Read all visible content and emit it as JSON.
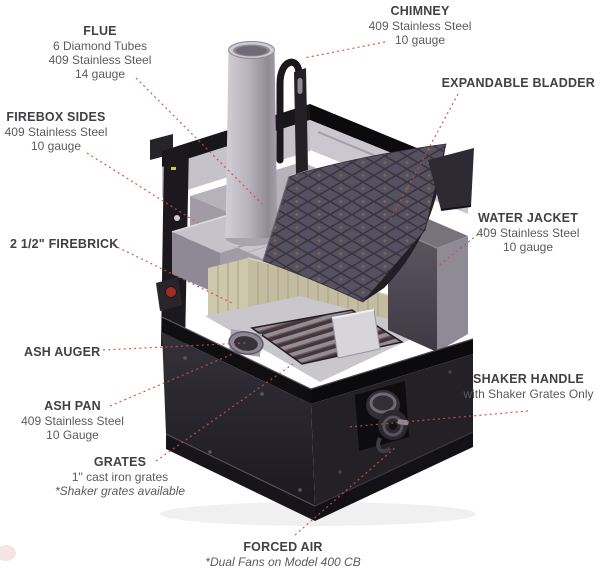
{
  "illustration": {
    "name": "wood-furnace-cutaway-diagram"
  },
  "colors": {
    "leader": "#c2524c",
    "title_text": "#414045",
    "body_text": "#5b5a5f",
    "frame_black": "#17161a",
    "steel_gray": "#a49fa8",
    "firebrick_tan": "#c3bca0",
    "bladder_dark": "#565160",
    "base_black": "#1c1a1e"
  },
  "labels": {
    "flue": {
      "title": "FLUE",
      "line1": "6 Diamond Tubes",
      "line2": "409 Stainless Steel",
      "line3": "14 gauge"
    },
    "chimney": {
      "title": "CHIMNEY",
      "line1": "409 Stainless Steel",
      "line2": "10 gauge"
    },
    "expandable_bladder": {
      "title": "EXPANDABLE BLADDER"
    },
    "firebox_sides": {
      "title": "FIREBOX SIDES",
      "line1": "409 Stainless Steel",
      "line2": "10 gauge"
    },
    "firebrick": {
      "title": "2 1/2\" FIREBRICK"
    },
    "water_jacket": {
      "title": "WATER JACKET",
      "line1": "409 Stainless Steel",
      "line2": "10 gauge"
    },
    "ash_auger": {
      "title": "ASH AUGER"
    },
    "ash_pan": {
      "title": "ASH PAN",
      "line1": "409 Stainless Steel",
      "line2": "10 Gauge"
    },
    "grates": {
      "title": "GRATES",
      "line1": "1\" cast iron grates",
      "line2": "*Shaker grates available"
    },
    "shaker_handle": {
      "title": "SHAKER HANDLE",
      "line1": "with Shaker Grates Only"
    },
    "forced_air": {
      "title": "FORCED AIR",
      "line1": "*Dual Fans on Model 400 CB"
    }
  }
}
